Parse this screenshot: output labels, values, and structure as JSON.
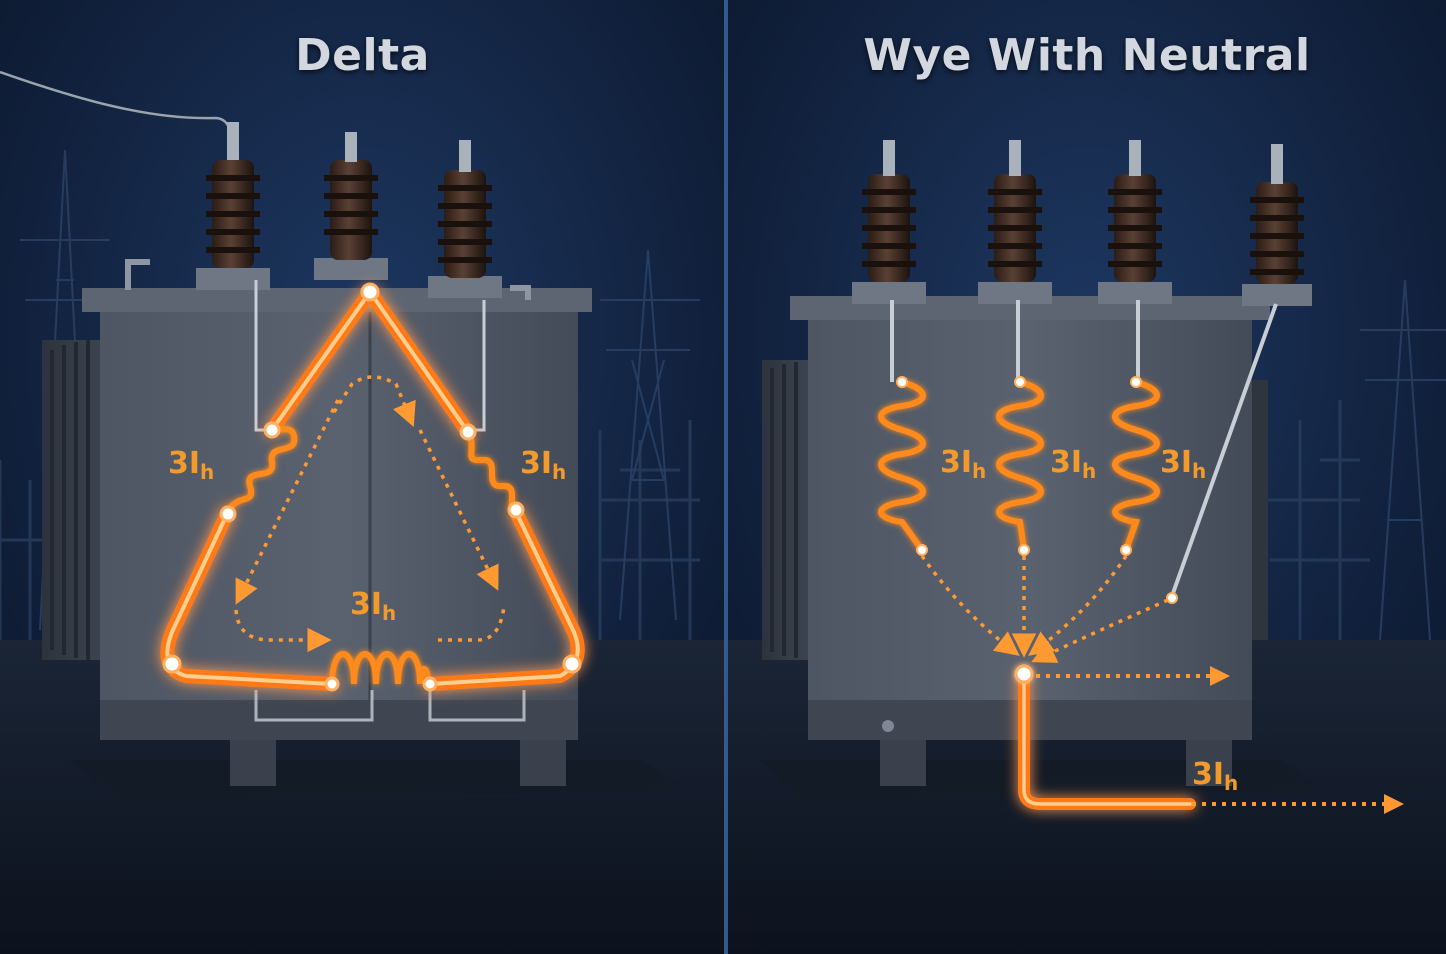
{
  "panels": [
    {
      "title": "Delta",
      "labels": [
        {
          "main": "3I",
          "sub": "h"
        },
        {
          "main": "3I",
          "sub": "h"
        },
        {
          "main": "3I",
          "sub": "h"
        }
      ]
    },
    {
      "title": "Wye With Neutral",
      "labels": [
        {
          "main": "3I",
          "sub": "h"
        },
        {
          "main": "3I",
          "sub": "h"
        },
        {
          "main": "3I",
          "sub": "h"
        },
        {
          "main": "3I",
          "sub": "h"
        }
      ]
    }
  ],
  "colors": {
    "background": "#10203d",
    "tank": "#4a5260",
    "current_glow": "#ff8a1f",
    "divider": "#3d6aa8"
  }
}
